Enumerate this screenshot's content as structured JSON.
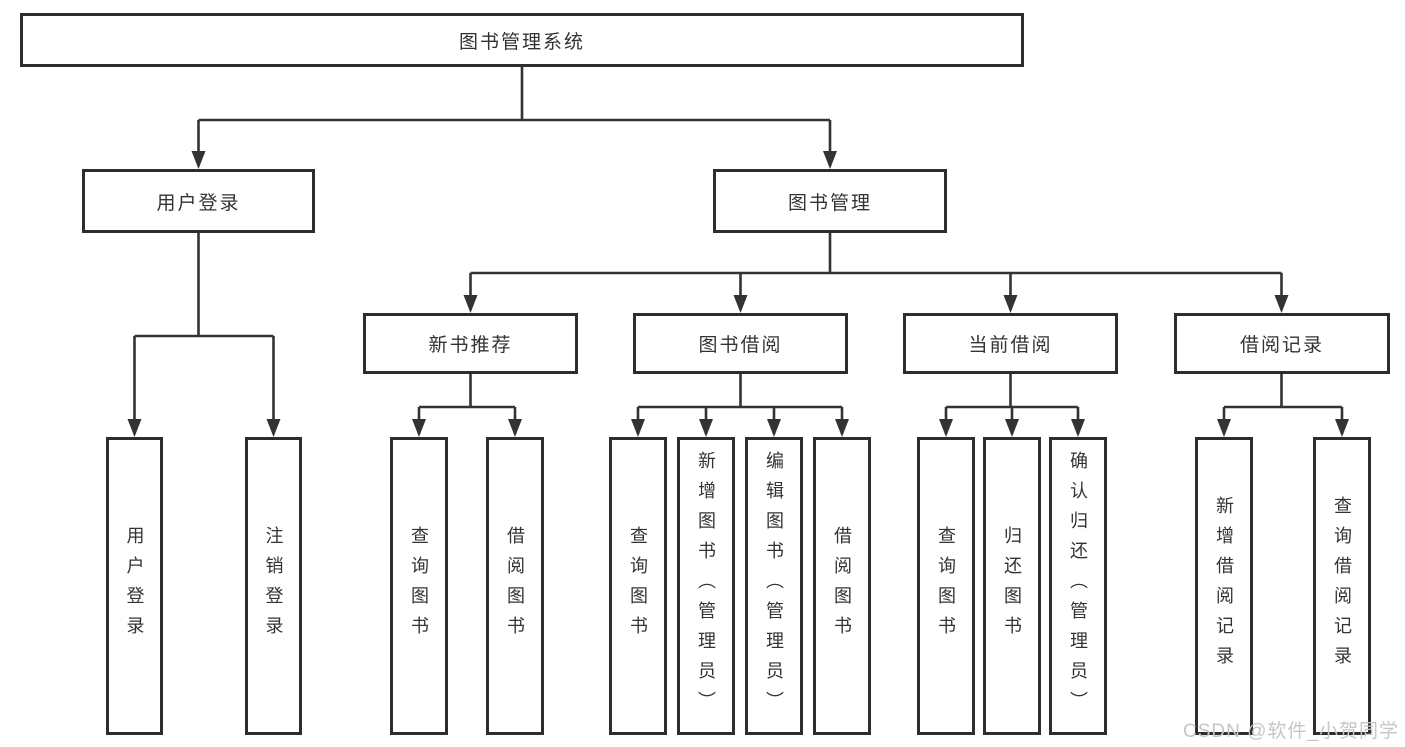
{
  "diagram": {
    "root": {
      "label": "图书管理系统"
    },
    "level2": [
      {
        "label": "用户登录"
      },
      {
        "label": "图书管理"
      }
    ],
    "level3": [
      {
        "label": "新书推荐"
      },
      {
        "label": "图书借阅"
      },
      {
        "label": "当前借阅"
      },
      {
        "label": "借阅记录"
      }
    ],
    "leaves": {
      "user_login": [
        {
          "label": "用户登录"
        },
        {
          "label": "注销登录"
        }
      ],
      "new_book": [
        {
          "label": "查询图书"
        },
        {
          "label": "借阅图书"
        }
      ],
      "book_borrow": [
        {
          "label": "查询图书"
        },
        {
          "label": "新增图书（管理员）"
        },
        {
          "label": "编辑图书（管理员）"
        },
        {
          "label": "借阅图书"
        }
      ],
      "current_borrow": [
        {
          "label": "查询图书"
        },
        {
          "label": "归还图书"
        },
        {
          "label": "确认归还（管理员）"
        }
      ],
      "borrow_record": [
        {
          "label": "新增借阅记录"
        },
        {
          "label": "查询借阅记录"
        }
      ]
    }
  },
  "watermark": {
    "text": "CSDN @软件_小贺同学"
  },
  "colors": {
    "line": "#333333",
    "box_border": "#2d2d2d",
    "text": "#333333",
    "watermark": "#c6c6c6",
    "background": "#ffffff"
  }
}
